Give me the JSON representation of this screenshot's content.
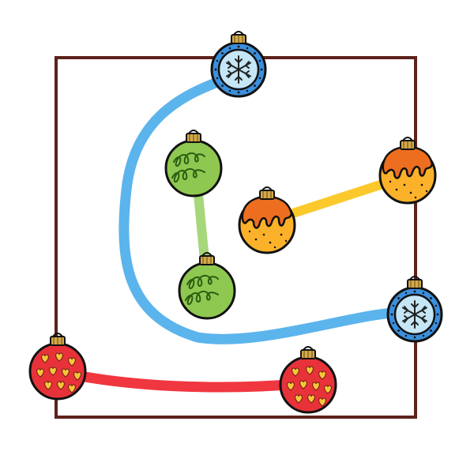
{
  "puzzle": {
    "colors": {
      "frame": "#5c221b",
      "outline": "#111111",
      "cap": "#d4a94a",
      "cap_dark": "#7a5a1c",
      "blue_line": "#5cb4ec",
      "green_line": "#a6d77a",
      "orange_line": "#fbc92b",
      "red_line": "#f0363f"
    },
    "pairs": [
      {
        "color": "blue",
        "ornament": "blue-snowflake-ornament",
        "path_type": "curve"
      },
      {
        "color": "green",
        "ornament": "green-swirl-ornament",
        "path_type": "straight"
      },
      {
        "color": "orange",
        "ornament": "orange-drip-ornament",
        "path_type": "straight"
      },
      {
        "color": "red",
        "ornament": "red-heart-ornament",
        "path_type": "straight"
      }
    ]
  }
}
